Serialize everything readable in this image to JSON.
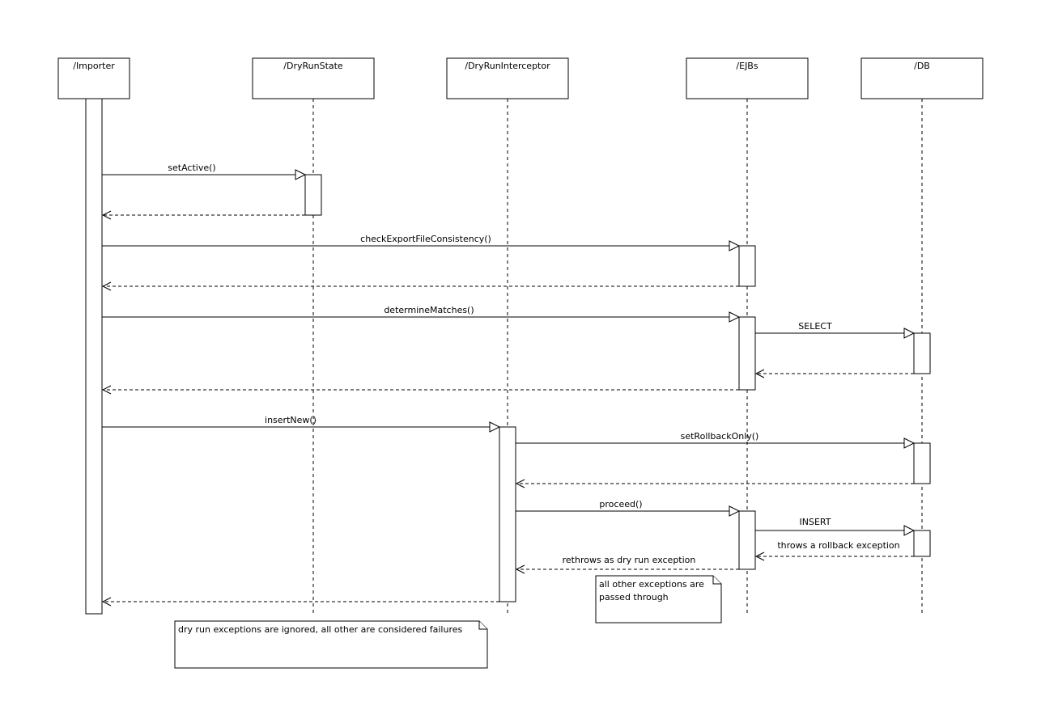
{
  "diagram": {
    "participants": [
      {
        "id": "importer",
        "label": "/Importer"
      },
      {
        "id": "dryrunstate",
        "label": "/DryRunState"
      },
      {
        "id": "interceptor",
        "label": "/DryRunInterceptor"
      },
      {
        "id": "ejbs",
        "label": "/EJBs"
      },
      {
        "id": "db",
        "label": "/DB"
      }
    ],
    "messages": [
      {
        "id": "set-active",
        "label": "setActive()"
      },
      {
        "id": "check-export",
        "label": "checkExportFileConsistency()"
      },
      {
        "id": "determine-matches",
        "label": "determineMatches()"
      },
      {
        "id": "select",
        "label": "SELECT"
      },
      {
        "id": "insert-new",
        "label": "insertNew()"
      },
      {
        "id": "set-rollback",
        "label": "setRollbackOnly()"
      },
      {
        "id": "proceed",
        "label": "proceed()"
      },
      {
        "id": "insert",
        "label": "INSERT"
      },
      {
        "id": "throws-rollback",
        "label": "throws a rollback exception"
      },
      {
        "id": "rethrows",
        "label": "rethrows as dry run exception"
      }
    ],
    "notes": [
      {
        "id": "passed-through",
        "lines": [
          "all other exceptions are",
          "passed through"
        ]
      },
      {
        "id": "ignored",
        "lines": [
          "dry run exceptions are ignored, all other are considered failures"
        ]
      }
    ]
  }
}
